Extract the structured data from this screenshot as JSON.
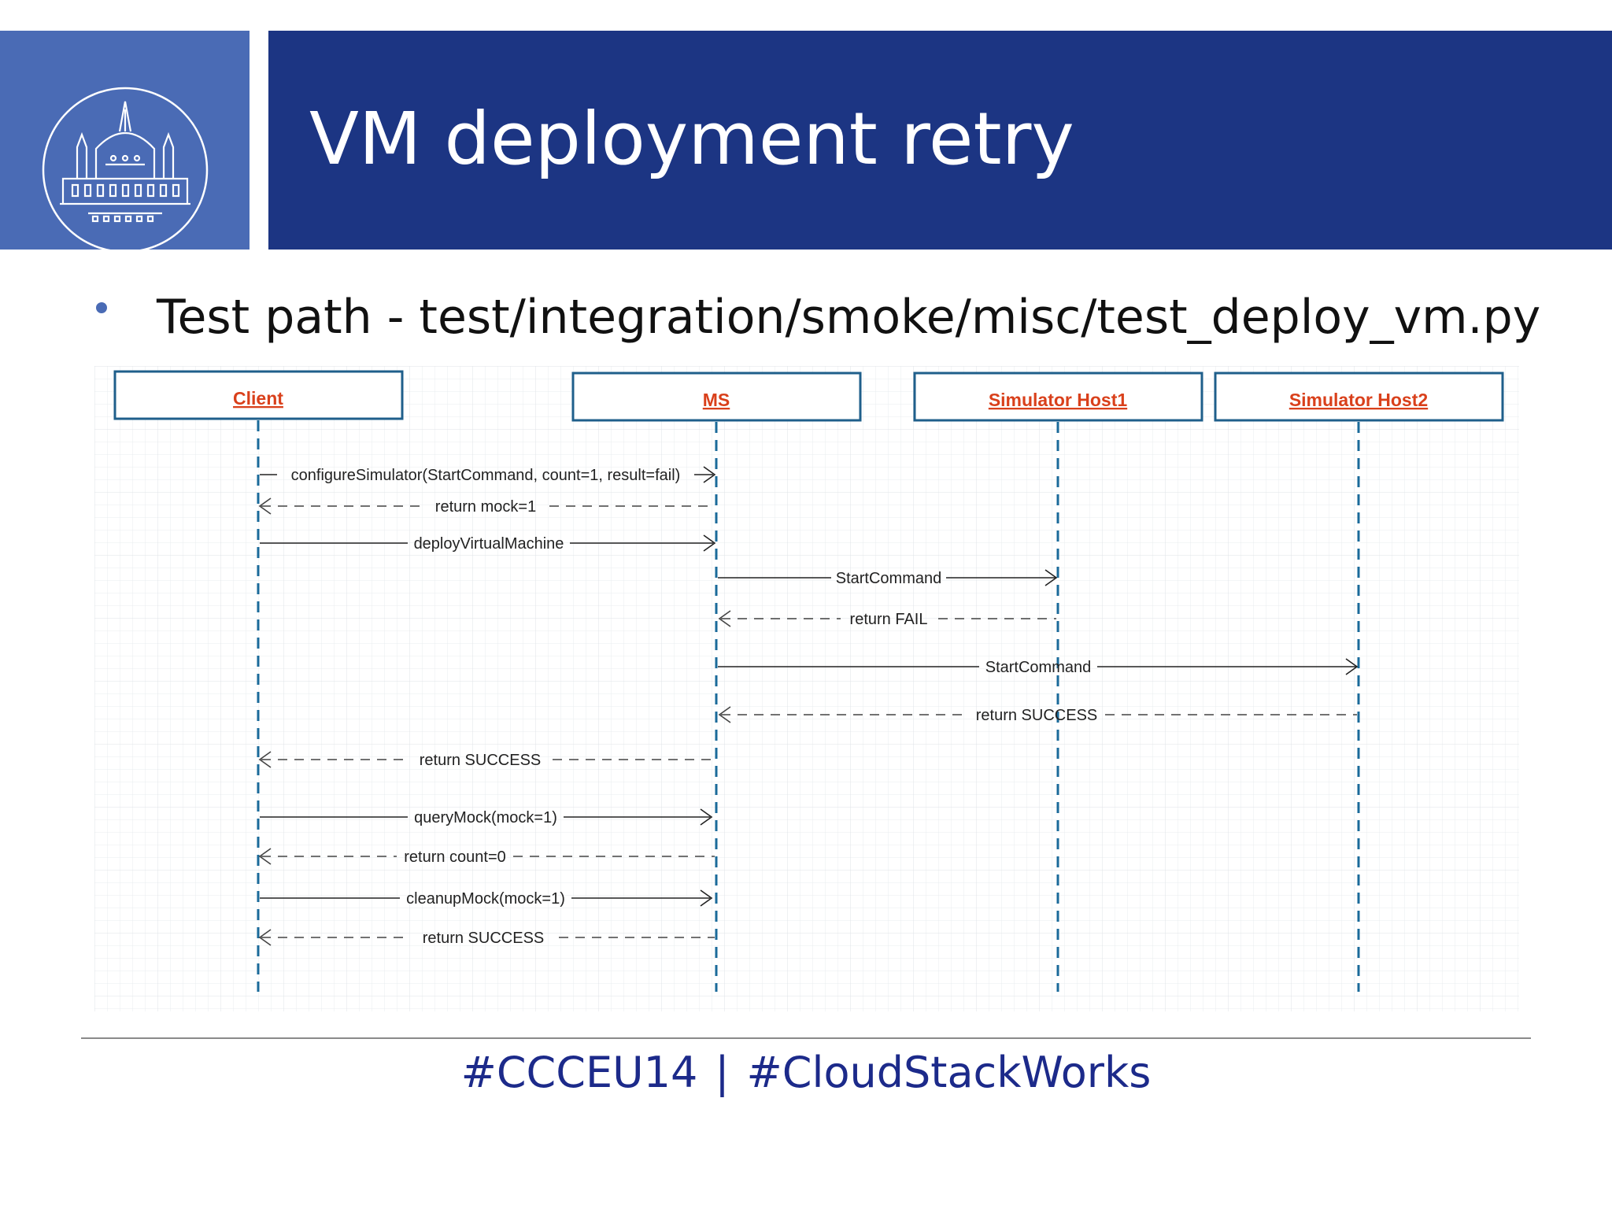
{
  "header": {
    "title": "VM deployment retry",
    "logo_icon": "parliament-building-icon"
  },
  "bullets": [
    "Test path - test/integration/smoke/misc/test_deploy_vm.py"
  ],
  "diagram": {
    "participants": [
      "Client",
      "MS",
      "Simulator Host1",
      "Simulator Host2"
    ],
    "messages": [
      {
        "from": "Client",
        "to": "MS",
        "label": "configureSimulator(StartCommand, count=1, result=fail)",
        "type": "call"
      },
      {
        "from": "MS",
        "to": "Client",
        "label": "return mock=1",
        "type": "return"
      },
      {
        "from": "Client",
        "to": "MS",
        "label": "deployVirtualMachine",
        "type": "call"
      },
      {
        "from": "MS",
        "to": "Simulator Host1",
        "label": "StartCommand",
        "type": "call"
      },
      {
        "from": "Simulator Host1",
        "to": "MS",
        "label": "return FAIL",
        "type": "return"
      },
      {
        "from": "MS",
        "to": "Simulator Host2",
        "label": "StartCommand",
        "type": "call"
      },
      {
        "from": "Simulator Host2",
        "to": "MS",
        "label": "return SUCCESS",
        "type": "return"
      },
      {
        "from": "MS",
        "to": "Client",
        "label": "return SUCCESS",
        "type": "return"
      },
      {
        "from": "Client",
        "to": "MS",
        "label": "queryMock(mock=1)",
        "type": "call"
      },
      {
        "from": "MS",
        "to": "Client",
        "label": "return count=0",
        "type": "return"
      },
      {
        "from": "Client",
        "to": "MS",
        "label": "cleanupMock(mock=1)",
        "type": "call"
      },
      {
        "from": "MS",
        "to": "Client",
        "label": "return SUCCESS",
        "type": "return"
      }
    ]
  },
  "footer": {
    "left": "#CCCEU14",
    "separator": "|",
    "right": "#CloudStackWorks"
  },
  "colors": {
    "title_bar": "#1c3583",
    "logo_box": "#4a6bb5",
    "participant_text": "#d9401b",
    "participant_border": "#1f5f8b",
    "lifeline": "#1a6a9a",
    "footer_text": "#1c2a8a"
  }
}
